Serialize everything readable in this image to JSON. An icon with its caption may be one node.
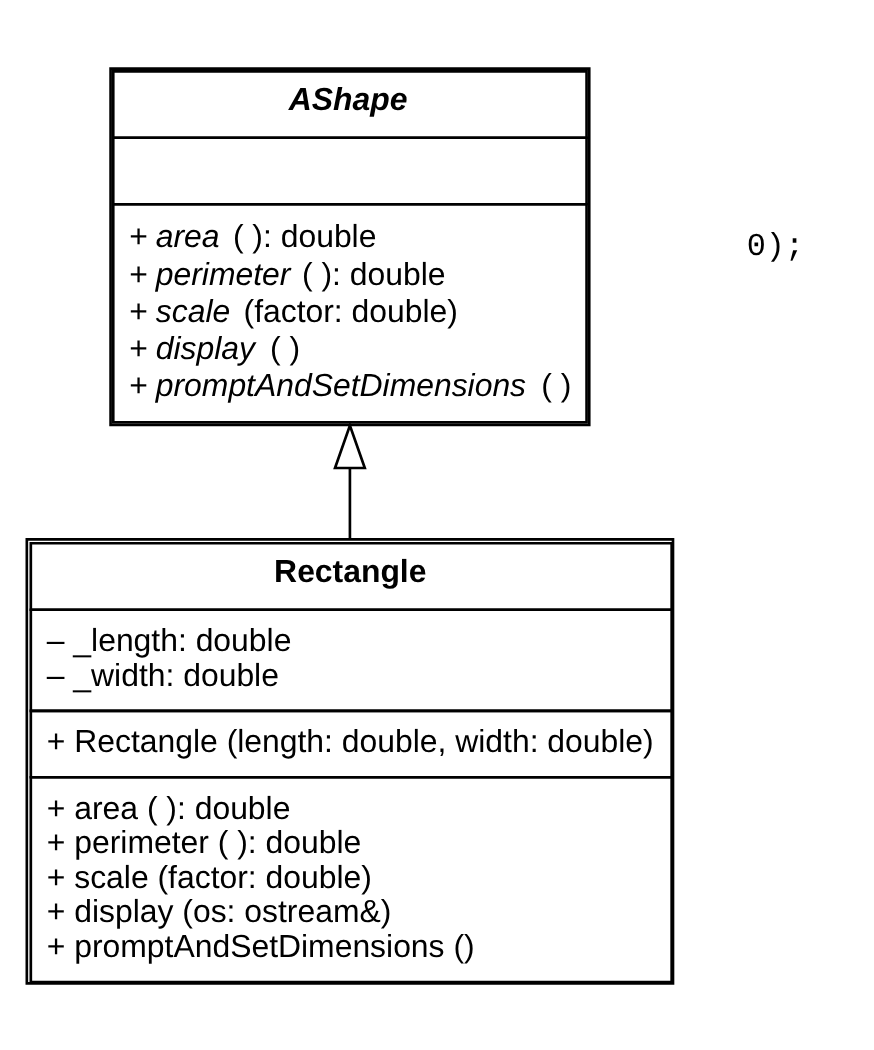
{
  "diagram": {
    "nodes": [
      {
        "text": [
          "AShape",
          "+ *area* ( ): double",
          "+ *perimeter* ( ): double",
          "+ *scale* (factor: double)",
          "+ *display* ( )",
          "+ *promptAndSetDimensions* ( )"
        ]
      },
      {
        "text": [
          "Rectangle",
          "– _length: double",
          "– _width: double",
          "+ Rectangle (length: double, width: double)",
          "+ area ( ): double",
          "+ perimeter ( ): double",
          "+ scale (factor: double)",
          "+ display (os: ostream&)",
          "+ promptAndSetDimensions ()"
        ]
      }
    ],
    "edges": [
      {
        "from": 1,
        "to": 0,
        "arrow": "to"
      }
    ],
    "labels": [
      "0);"
    ]
  }
}
